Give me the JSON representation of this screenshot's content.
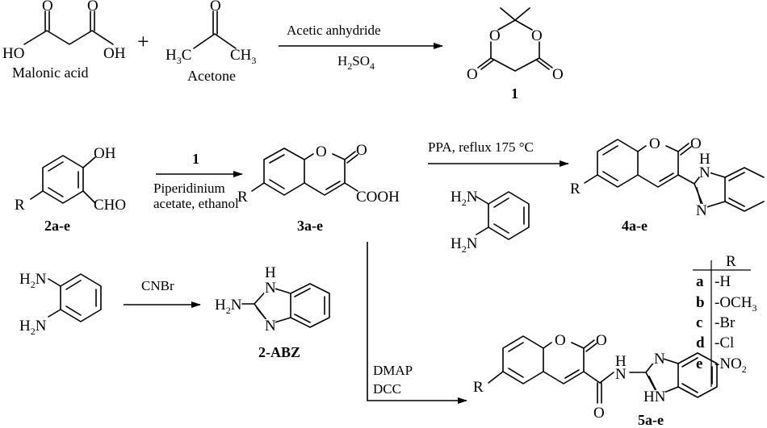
{
  "scheme": {
    "row1": {
      "malonic_acid": {
        "left_oh": "HO",
        "right_oh": "OH",
        "o1": "O",
        "o2": "O",
        "name": "Malonic acid"
      },
      "plus": "+",
      "acetone": {
        "h3c": "H",
        "h3c_sub": "3",
        "h3c_c": "C",
        "ch3": "CH",
        "ch3_sub": "3",
        "o": "O",
        "name": "Acetone"
      },
      "arrow": {
        "above": "Acetic anhydride",
        "below_main": "H",
        "below_sub": "2",
        "below_main2": "SO",
        "below_sub2": "4"
      },
      "meldrum": {
        "o_left": "O",
        "o_right": "O",
        "o_bottom_left": "O",
        "o_bottom_right": "O",
        "number": "1"
      }
    },
    "row2": {
      "aldehyde": {
        "oh": "OH",
        "cho": "CHO",
        "r": "R",
        "number": "2a-e"
      },
      "arrow1": {
        "above": "1",
        "below1": "Piperidinium",
        "below2": "acetate, ethanol"
      },
      "coumarin_acid": {
        "o_ring": "O",
        "o_carbonyl": "O",
        "r": "R",
        "cooh": "COOH",
        "number": "3a-e"
      },
      "arrow2": {
        "above": "PPA, reflux 175 °C"
      },
      "diamine": {
        "h2n_top": "H",
        "h2n_top_sub": "2",
        "h2n_top_n": "N",
        "h2n_bot": "H",
        "h2n_bot_sub": "2",
        "h2n_bot_n": "N"
      },
      "product4": {
        "o_ring": "O",
        "o_carbonyl": "O",
        "r": "R",
        "h": "H",
        "n_top": "N",
        "n_bot": "N",
        "number": "4a-e"
      }
    },
    "row3": {
      "diamine": {
        "h2n_top": "H",
        "h2n_top_sub": "2",
        "h2n_top_n": "N",
        "h2n_bot": "H",
        "h2n_bot_sub": "2",
        "h2n_bot_n": "N"
      },
      "arrow": {
        "above": "CNBr"
      },
      "abz": {
        "h": "H",
        "n_top": "N",
        "n_bot": "N",
        "h2n": "H",
        "h2n_sub": "2",
        "h2n_n": "N",
        "number": "2-ABZ"
      },
      "coupling": {
        "line1": "DMAP",
        "line2": "DCC"
      },
      "product5": {
        "o_ring": "O",
        "o_carbonyl": "O",
        "r": "R",
        "o_amide": "O",
        "h": "H",
        "n_amide": "N",
        "n_ring": "N",
        "hn": "HN",
        "number": "5a-e"
      }
    },
    "table": {
      "header_left": "",
      "header_right": "R",
      "rows": [
        {
          "label": "a",
          "value": "-H",
          "sub": ""
        },
        {
          "label": "b",
          "value": "-OCH",
          "sub": "3"
        },
        {
          "label": "c",
          "value": "-Br",
          "sub": ""
        },
        {
          "label": "d",
          "value": "-Cl",
          "sub": ""
        },
        {
          "label": "e",
          "value": "-NO",
          "sub": "2"
        }
      ]
    }
  }
}
